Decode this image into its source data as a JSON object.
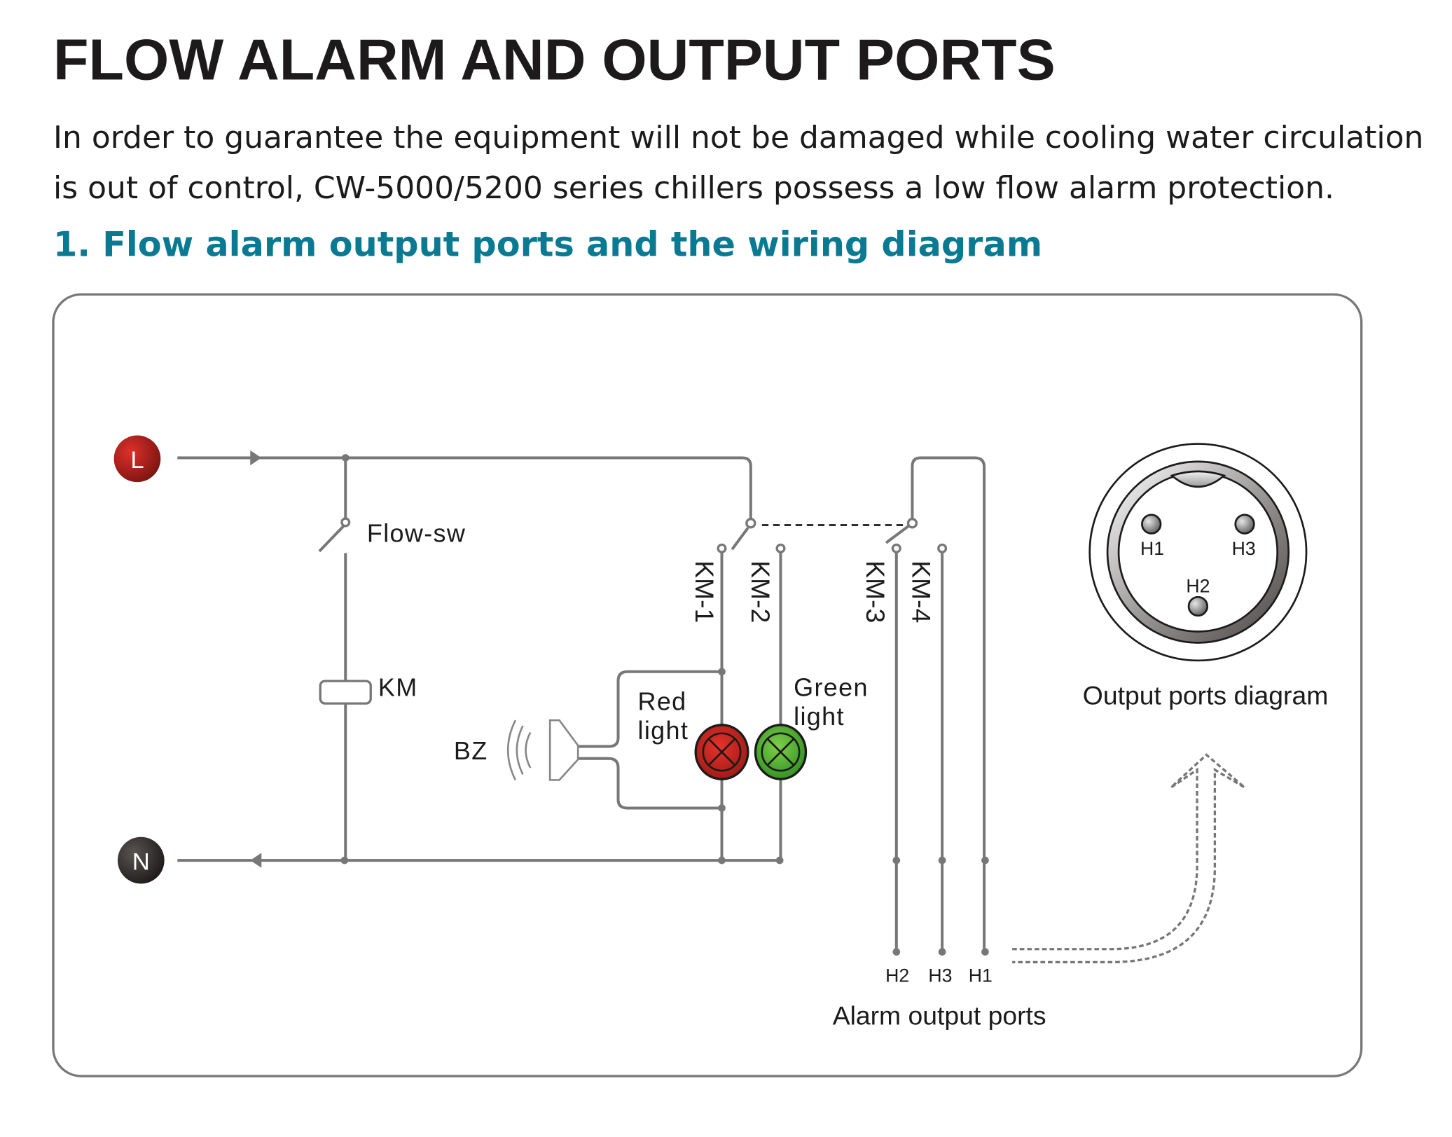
{
  "header": {
    "title": "FLOW ALARM AND OUTPUT PORTS",
    "intro_line1": "In order to guarantee the equipment will not be damaged while cooling water circulation",
    "intro_line2": "is out of control, CW-5000/5200 series chillers possess a low flow alarm protection.",
    "section_heading": "1. Flow alarm output ports and the wiring diagram"
  },
  "colors": {
    "heading_accent": "#0a7a93",
    "live_terminal": "#c0201c",
    "neutral_terminal": "#2a2726",
    "red_light": "#d42a20",
    "green_light": "#4caf32",
    "wire": "#777777"
  },
  "diagram": {
    "live_label": "L",
    "neutral_label": "N",
    "flow_switch_label": "Flow-sw",
    "relay_coil_label": "KM",
    "buzzer_label": "BZ",
    "red_light_label_line1": "Red",
    "red_light_label_line2": "light",
    "green_light_label_line1": "Green",
    "green_light_label_line2": "light",
    "contacts": [
      "KM-1",
      "KM-2",
      "KM-3",
      "KM-4"
    ],
    "alarm_ports": [
      "H2",
      "H3",
      "H1"
    ],
    "alarm_ports_caption": "Alarm output ports",
    "connector_pins": {
      "h1": "H1",
      "h2": "H2",
      "h3": "H3"
    },
    "connector_caption": "Output ports diagram"
  }
}
